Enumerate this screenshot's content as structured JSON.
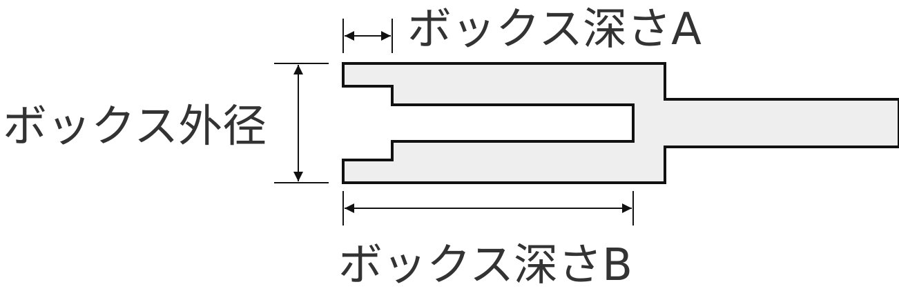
{
  "labels": {
    "depth_a": "ボックス深さA",
    "outer_diameter": "ボックス外径",
    "depth_b": "ボックス深さB"
  },
  "colors": {
    "outline": "#111111",
    "fill": "#eeeeee",
    "text": "#333333",
    "background": "#ffffff"
  }
}
